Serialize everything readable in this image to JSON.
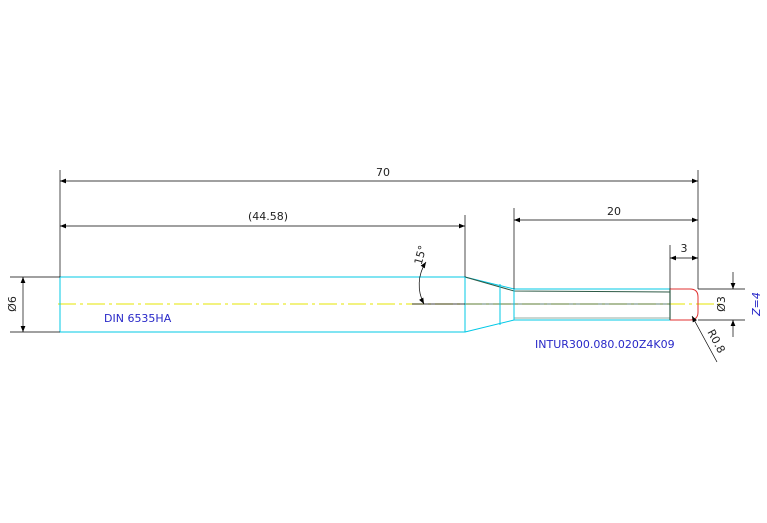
{
  "drawing": {
    "dimensions": {
      "overall_length": "70",
      "shank_length": "(44.58)",
      "neck_length": "20",
      "tip_length": "3",
      "shank_diameter": "Ø6",
      "tip_diameter": "Ø3",
      "taper_angle": "15°",
      "corner_radius": "R0.8"
    },
    "notes": {
      "shank_standard": "DIN 6535HA",
      "part_number": "INTUR300.080.020Z4K09",
      "flutes": "Z=4"
    },
    "colors": {
      "outline": "#00c8e6",
      "centerline": "#e6e600",
      "dimension": "#000000",
      "note": "#2828c8",
      "cutting_edge": "#e03030",
      "neck_core": "#2e5a46"
    }
  }
}
